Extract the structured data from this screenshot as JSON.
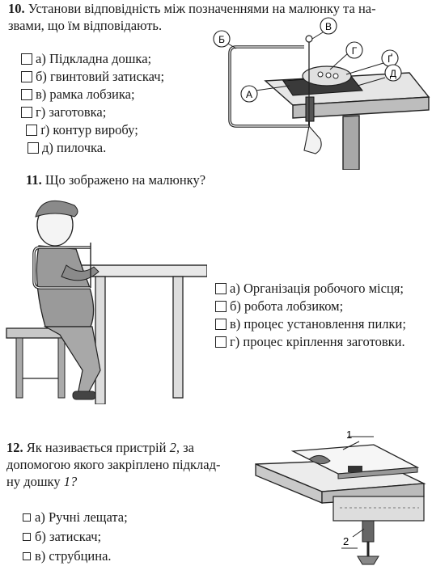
{
  "questions": [
    {
      "number": "10.",
      "text": "Установи відповідність між позначеннями на малюнку та назвами, що їм відповідають.",
      "text_line1": "Установи відповідність між позначеннями на малюнку та на-",
      "text_line2": "звами, що їм відповідають.",
      "options": [
        "а) Підкладна дошка;",
        "б) гвинтовий затискач;",
        "в) рамка лобзика;",
        "г) заготовка;",
        "ґ) контур виробу;",
        "д) пилочка."
      ],
      "figure_labels": [
        "А",
        "Б",
        "В",
        "Г",
        "Ґ",
        "Д"
      ]
    },
    {
      "number": "11.",
      "text": "Що зображено на малюнку?",
      "options": [
        "а) Організація робочого місця;",
        "б) робота лобзиком;",
        "в) процес установлення пилки;",
        "г) процес кріплення заготовки."
      ]
    },
    {
      "number": "12.",
      "text_line1": "Як називається пристрій",
      "device": "2,",
      "text_line1b": "за",
      "text_line2": "допомогою якого закріплено підклад-",
      "text_line3": "ну дошку",
      "board": "1?",
      "options": [
        "а) Ручні лещата;",
        "б) затискач;",
        "в) струбцина."
      ],
      "figure_labels": [
        "1",
        "2"
      ]
    }
  ],
  "colors": {
    "ink": "#1a1a1a",
    "paper": "#ffffff",
    "wood": "#cfcfcf"
  }
}
